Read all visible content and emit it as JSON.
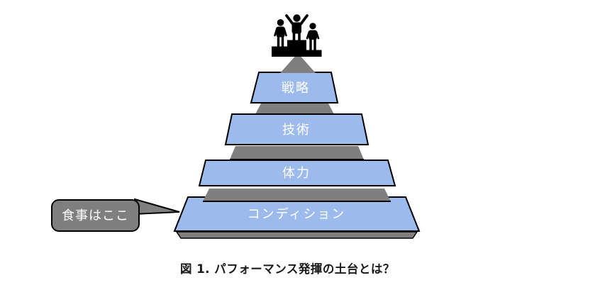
{
  "figure": {
    "caption": "図 1. パフォーマンス発揮の土台とは？",
    "pyramid": {
      "type": "layered-pyramid",
      "layers": [
        {
          "id": "strategy",
          "label": "戦略"
        },
        {
          "id": "technique",
          "label": "技術"
        },
        {
          "id": "physical",
          "label": "体力"
        },
        {
          "id": "condition",
          "label": "コンディション"
        }
      ]
    },
    "callout": {
      "text": "食事はここ",
      "points_to_layer": "コンディション"
    },
    "icons": {
      "top": "winners-podium-icon"
    },
    "colors": {
      "layer_fill": "#9DBAEC",
      "layer_border": "#000000",
      "pyramid_gray": "#7F7F7F",
      "callout_fill": "#7F7F7F",
      "layer_text": "#FFFFFF",
      "caption_text": "#1A1A1A",
      "background": "#FFFFFF"
    }
  }
}
